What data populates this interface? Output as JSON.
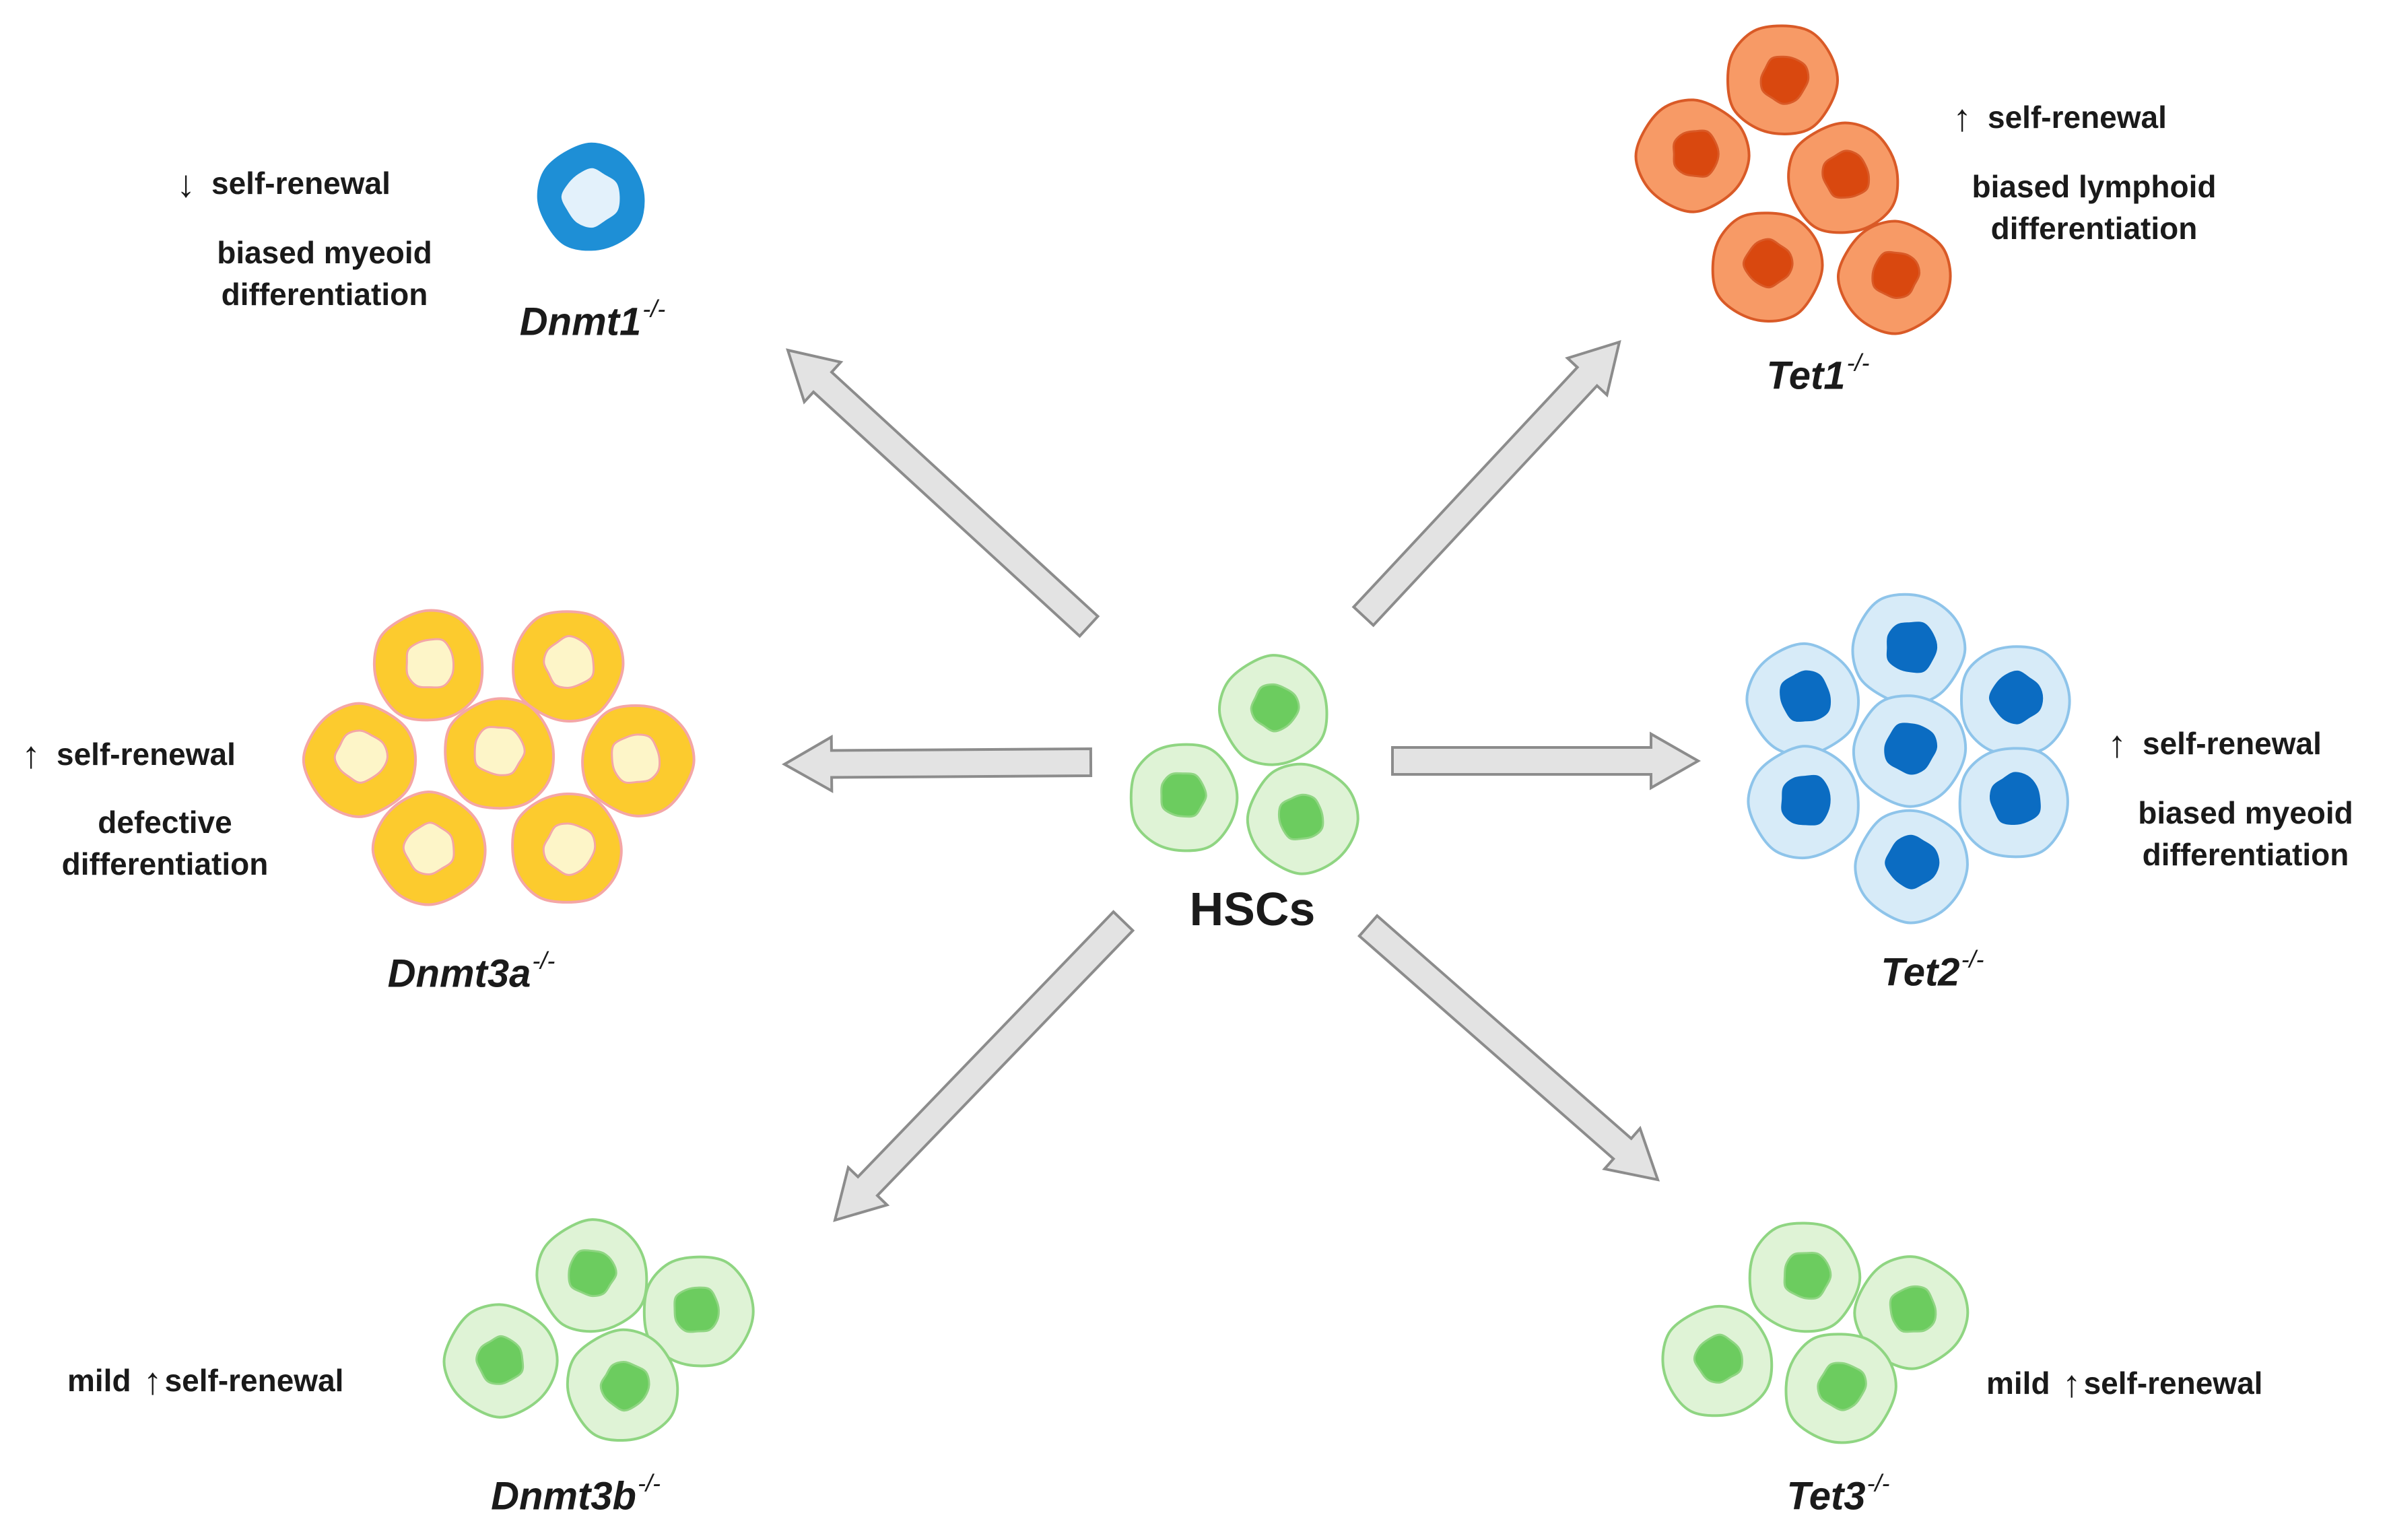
{
  "center": {
    "label": "HSCs"
  },
  "arrow_symbols": {
    "up": "↑",
    "down": "↓"
  },
  "colors": {
    "arrow_fill": "#e3e3e3",
    "arrow_stroke": "#8c8c8c",
    "green_outer": "#dff3d6",
    "green_ring": "#8fd582",
    "green_nucleus": "#6ccc5f",
    "blue_small_ring": "#1e8fd6",
    "blue_small_center": "#e3f1fb",
    "orange_outer": "#f79a66",
    "orange_ring": "#d95a27",
    "orange_nucleus": "#d9480f",
    "yellow_outer": "#fccb2e",
    "yellow_ring": "#f4a6a6",
    "yellow_center": "#fdf5c8",
    "lightblue_outer": "#d7ebf8",
    "lightblue_ring": "#8ec4ea",
    "lightblue_nucleus": "#0b6cc2"
  },
  "groups": {
    "dnmt1": {
      "gene": "Dnmt1",
      "superscript": "-/-",
      "effect1": "self-renewal",
      "effect2_line1": "biased myeoid",
      "effect2_line2": "differentiation"
    },
    "tet1": {
      "gene": "Tet1",
      "superscript": "-/-",
      "effect1": "self-renewal",
      "effect2_line1": "biased lymphoid",
      "effect2_line2": "differentiation"
    },
    "dnmt3a": {
      "gene": "Dnmt3a",
      "superscript": "-/-",
      "effect1": "self-renewal",
      "effect2_line1": "defective",
      "effect2_line2": "differentiation"
    },
    "tet2": {
      "gene": "Tet2",
      "superscript": "-/-",
      "effect1": "self-renewal",
      "effect2_line1": "biased myeoid",
      "effect2_line2": "differentiation"
    },
    "dnmt3b": {
      "gene": "Dnmt3b",
      "superscript": "-/-",
      "prefix": "mild",
      "effect1": "self-renewal"
    },
    "tet3": {
      "gene": "Tet3",
      "superscript": "-/-",
      "prefix": "mild",
      "effect1": "self-renewal"
    }
  }
}
